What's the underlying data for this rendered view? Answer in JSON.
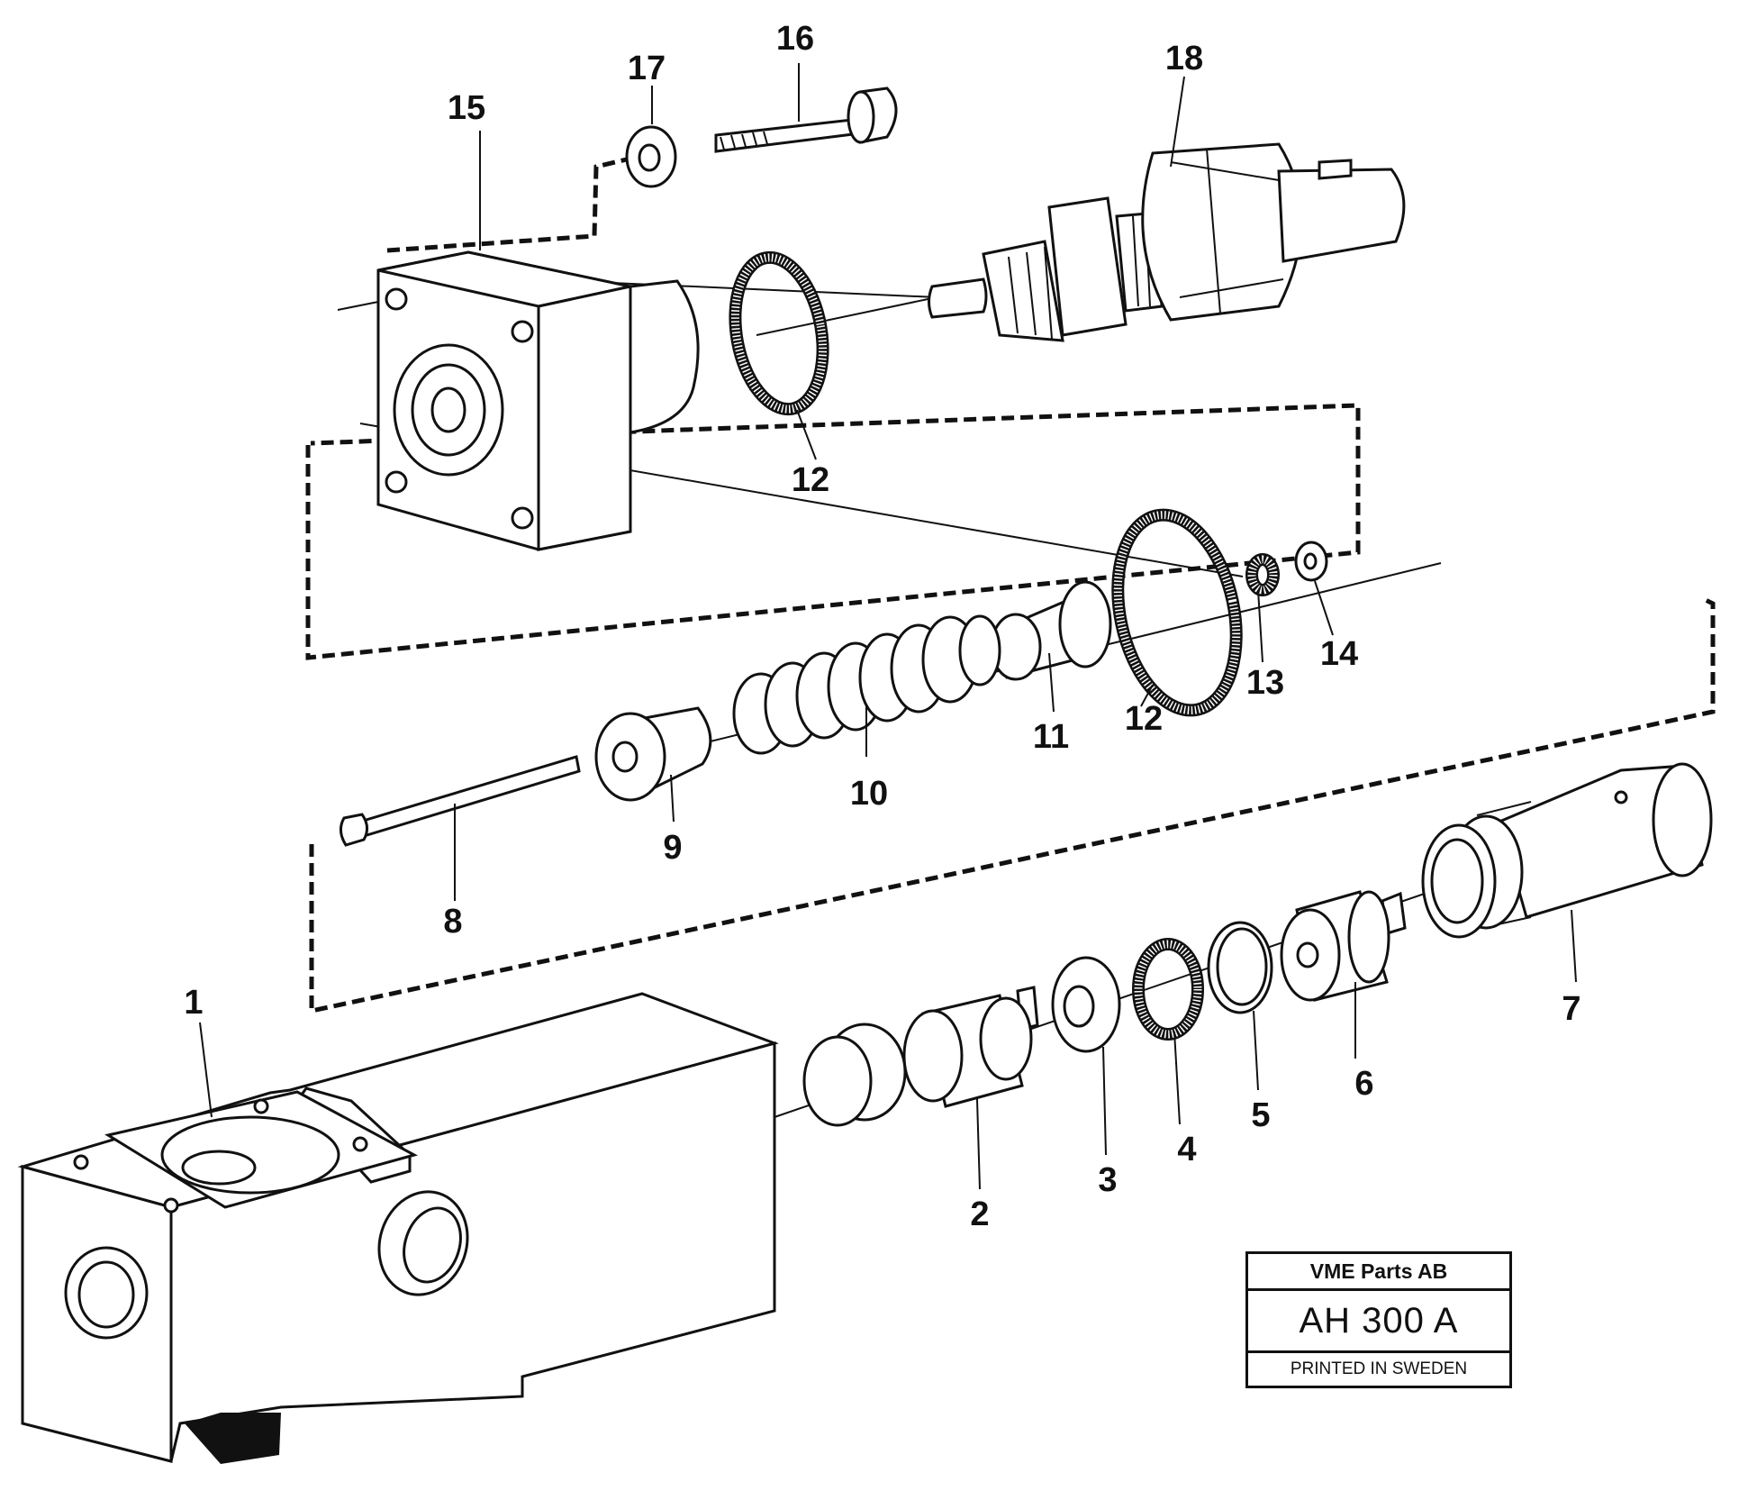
{
  "callouts": {
    "p1": "1",
    "p2": "2",
    "p3": "3",
    "p4": "4",
    "p5": "5",
    "p6": "6",
    "p7": "7",
    "p8": "8",
    "p9": "9",
    "p10": "10",
    "p11": "11",
    "p12a": "12",
    "p12b": "12",
    "p13": "13",
    "p14": "14",
    "p15": "15",
    "p16": "16",
    "p17": "17",
    "p18": "18"
  },
  "stamp": {
    "company": "VME Parts AB",
    "code": "AH 300 A",
    "printed": "PRINTED IN SWEDEN"
  }
}
